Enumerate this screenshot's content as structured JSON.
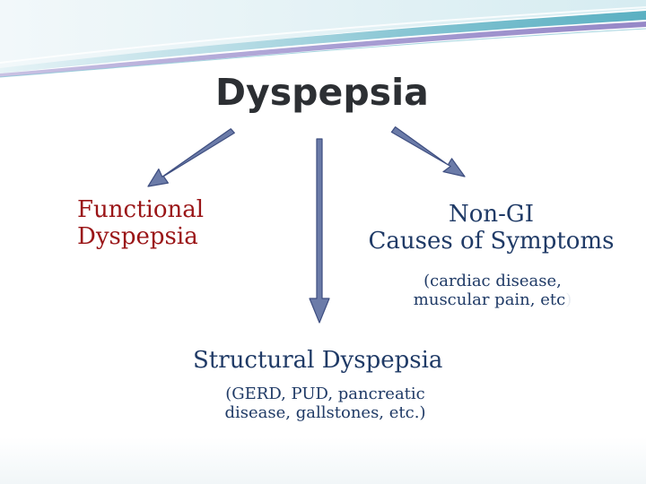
{
  "title": "Dyspepsia",
  "branches": {
    "functional": {
      "line1": "Functional",
      "line2": "Dyspepsia"
    },
    "non_gi": {
      "line1": "Non-GI",
      "line2": "Causes of Symptoms",
      "note_line1": "(cardiac disease,",
      "note_line2": "muscular pain, etc",
      "note_close": ")"
    },
    "structural": {
      "label": "Structural Dyspepsia",
      "note_line1": "(GERD, PUD, pancreatic",
      "note_line2": "disease, gallstones, etc.)"
    }
  },
  "colors": {
    "functional_text": "#9a1517",
    "other_text": "#1f3a66",
    "arrow_fill": "#6b7ba8",
    "arrow_stroke": "#3e4e80",
    "banner_teal": "#5bb0c2",
    "banner_purple": "#8a7bc1"
  }
}
